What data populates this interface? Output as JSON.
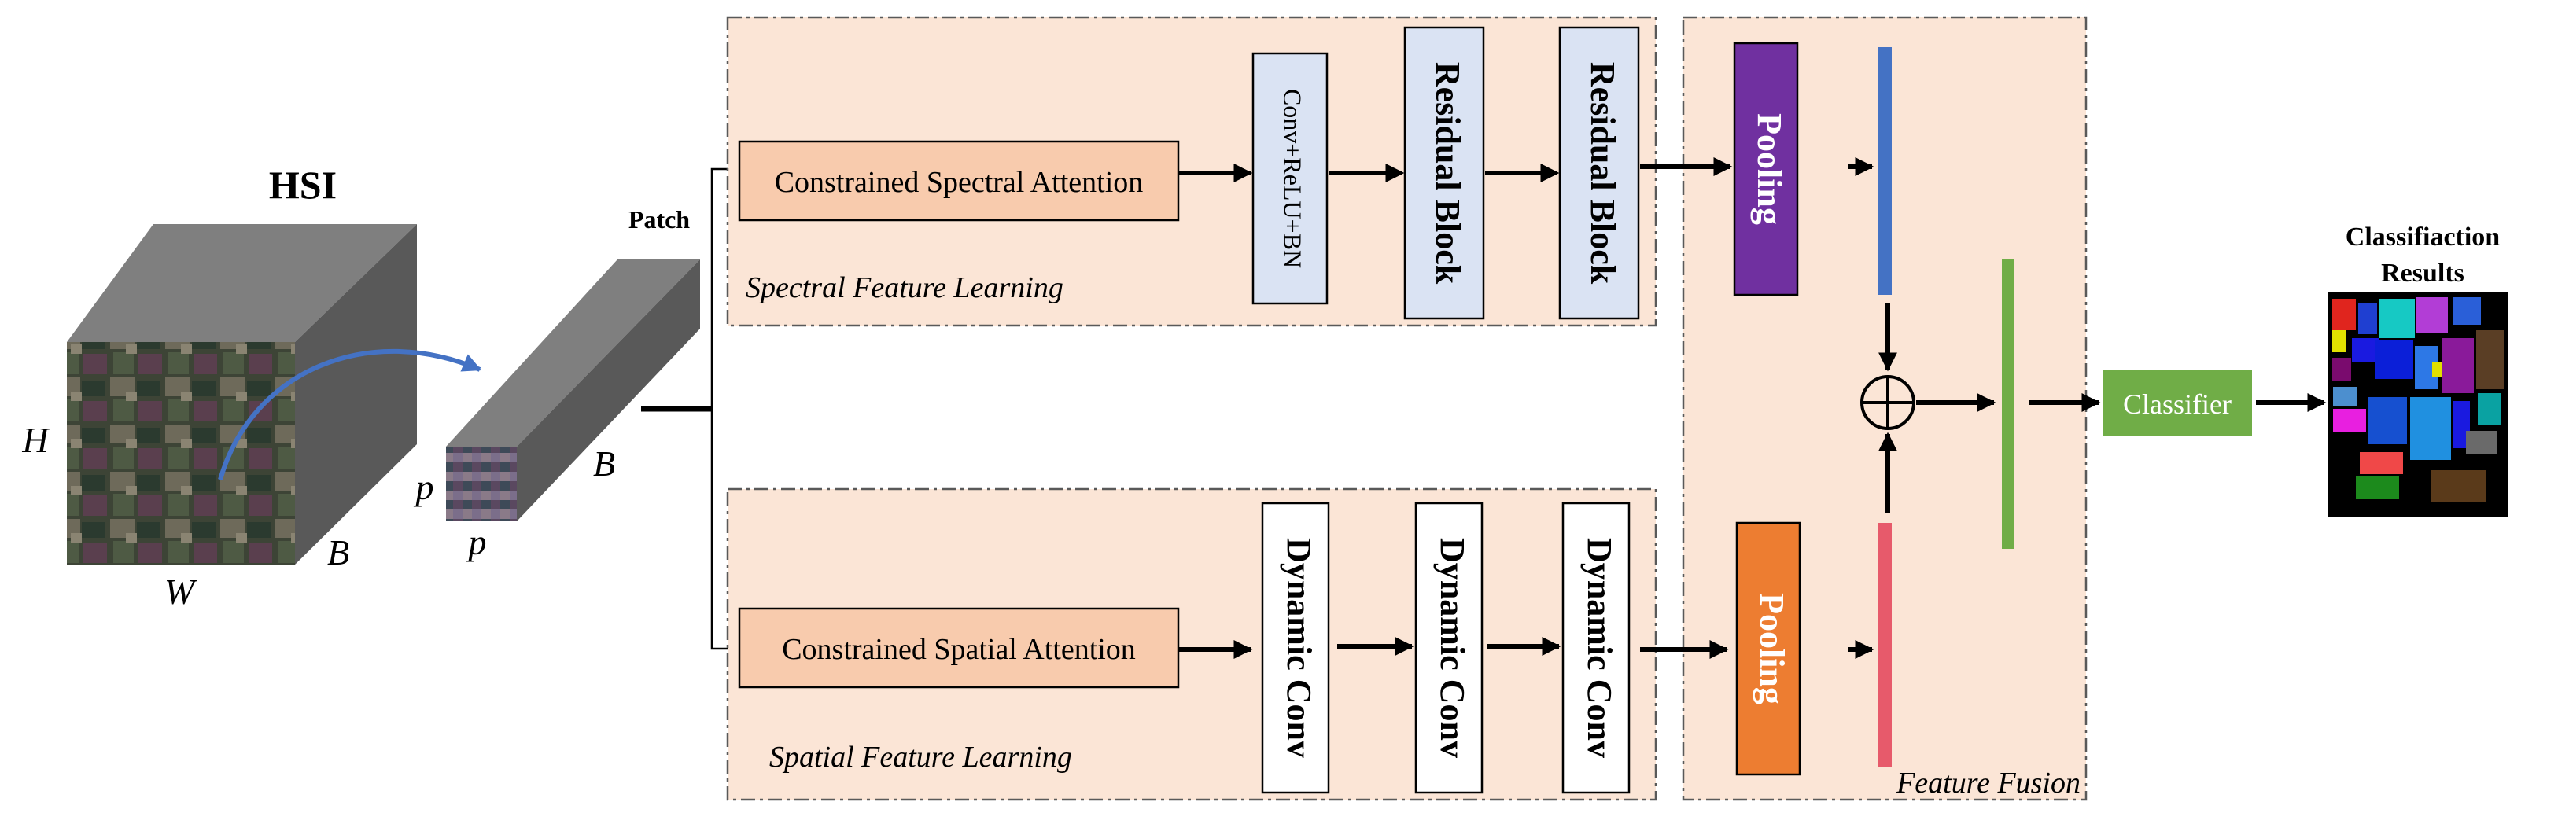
{
  "input": {
    "title": "HSI",
    "dim_h": "H",
    "dim_w": "W",
    "dim_b": "B"
  },
  "patch": {
    "title": "Patch",
    "dim_p1": "p",
    "dim_p2": "p",
    "dim_b": "B"
  },
  "spectral_branch": {
    "label": "Spectral Feature Learning",
    "attention": "Constrained Spectral Attention",
    "conv": "Conv+ReLU+BN",
    "block1": "Residual Block",
    "block2": "Residual Block",
    "pooling": "Pooling"
  },
  "spatial_branch": {
    "label": "Spatial Feature Learning",
    "attention": "Constrained Spatial Attention",
    "conv1": "Dynamic Conv",
    "conv2": "Dynamic Conv",
    "conv3": "Dynamic Conv",
    "pooling": "Pooling"
  },
  "fusion": {
    "label": "Feature Fusion",
    "operator": "⊕"
  },
  "classifier": {
    "label": "Classifier"
  },
  "output": {
    "title_line1": "Classifiaction",
    "title_line2": "Results"
  },
  "colors": {
    "region_fill": "#fbe5d6",
    "attention_fill": "#f8cbad",
    "block_fill": "#dae3f3",
    "spectral_pool": "#7030a0",
    "spatial_pool": "#ed7d31",
    "spectral_vector": "#4472c4",
    "spatial_vector": "#e75a6b",
    "fused_vector": "#70ad47",
    "classifier_fill": "#70ad47",
    "cube_gray": "#7f7f7f",
    "curve_blue": "#4472c4"
  }
}
